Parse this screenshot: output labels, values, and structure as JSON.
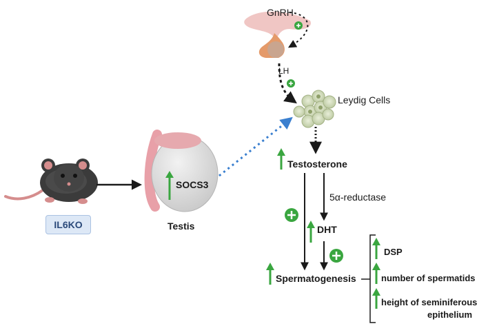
{
  "mouse_label": "IL6KO",
  "testis": {
    "label": "Testis",
    "marker": "SOCS3"
  },
  "hormones": {
    "gnrh": "GnRH",
    "lh": "LH"
  },
  "leydig_label": "Leydig Cells",
  "testosterone": "Testosterone",
  "enzyme": "5α-reductase",
  "dht": "DHT",
  "spermatogenesis": "Spermatogenesis",
  "outcomes": [
    {
      "text": "DSP"
    },
    {
      "text": "number of spermatids"
    },
    {
      "text": "height of seminiferous",
      "text2": "epithelium"
    }
  ],
  "colors": {
    "up_arrow": "#3aa640",
    "plus_circle": "#3aa640",
    "dotted_blue": "#3a7fcf",
    "badge_bg": "#dde8f6"
  },
  "icons": [
    "mouse-icon",
    "testis-icon",
    "pituitary-icon",
    "leydig-cells-icon",
    "up-arrow-icon",
    "plus-circle-icon"
  ]
}
